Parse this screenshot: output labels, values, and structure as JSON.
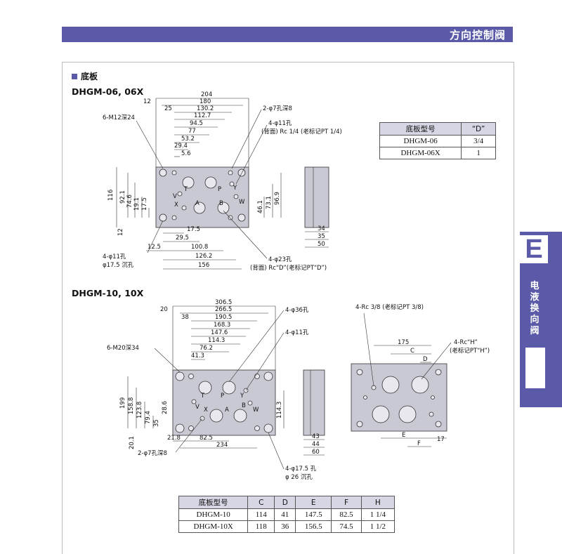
{
  "header": {
    "title": "方向控制阀"
  },
  "section": {
    "title": "底板"
  },
  "models": {
    "top": "DHGM-06, 06X",
    "bottom": "DHGM-10, 10X"
  },
  "sidetab": {
    "letter": "E",
    "label": "电液换向阀"
  },
  "table06": {
    "headers": [
      "底板型号",
      "“D”"
    ],
    "rows": [
      [
        "DHGM-06",
        "3/4"
      ],
      [
        "DHGM-06X",
        "1"
      ]
    ]
  },
  "table10": {
    "headers": [
      "底板型号",
      "C",
      "D",
      "E",
      "F",
      "H"
    ],
    "rows": [
      [
        "DHGM-10",
        "114",
        "41",
        "147.5",
        "82.5",
        "1 1/4"
      ],
      [
        "DHGM-10X",
        "118",
        "36",
        "156.5",
        "74.5",
        "1 1/2"
      ]
    ]
  },
  "drawing06": {
    "top_dims": [
      "204",
      "180",
      "130.2",
      "112.7",
      "94.5",
      "77",
      "53.2",
      "29.4",
      "5.6"
    ],
    "left_top": [
      "12",
      "25"
    ],
    "left_dims": [
      "116",
      "92.1",
      "74.6",
      "19.1",
      "17.5",
      "12"
    ],
    "right_dims": [
      "96.9",
      "73.1",
      "46.1"
    ],
    "bottom_dims": [
      "17.5",
      "29.5",
      "12.5",
      "100.8",
      "126.2",
      "156"
    ],
    "side_dims": [
      "34",
      "35",
      "50"
    ],
    "ports": [
      "T",
      "P",
      "A",
      "B",
      "V",
      "X",
      "Y",
      "W"
    ],
    "notes": [
      "2-φ7孔深8",
      "4-φ11孔",
      "(背面) Rc 1/4 (老标记PT 1/4)",
      "6-M12深24",
      "4-φ11孔",
      "φ17.5 沉孔",
      "4-φ23孔",
      "(背面) Rc“D”(老标记PT“D”)"
    ]
  },
  "drawing10": {
    "top_dims": [
      "306.5",
      "266.5",
      "190.5",
      "168.3",
      "147.6",
      "114.3",
      "76.2",
      "41.3"
    ],
    "left_top": [
      "20",
      "38"
    ],
    "left_dims": [
      "199",
      "158.8",
      "123.8",
      "79.4",
      "35",
      "28.6",
      "20.1"
    ],
    "right_dims": [
      "114.3"
    ],
    "bottom_dims": [
      "21.8",
      "82.5",
      "234"
    ],
    "side_dims": [
      "43",
      "44",
      "60"
    ],
    "ports": [
      "T",
      "P",
      "A",
      "B",
      "V",
      "X",
      "Y",
      "W"
    ],
    "notes": [
      "4-φ36孔",
      "4-φ11孔",
      "6-M20深34",
      "2-φ7孔深8",
      "4-φ17.5 孔",
      "φ 26 沉孔"
    ]
  },
  "drawing10b": {
    "dims": [
      "175",
      "C",
      "D",
      "E",
      "F",
      "17"
    ],
    "notes": [
      "4-Rc 3/8 (老标记PT 3/8)",
      "4-Rc“H”",
      "(老标记PT“H”)"
    ]
  }
}
